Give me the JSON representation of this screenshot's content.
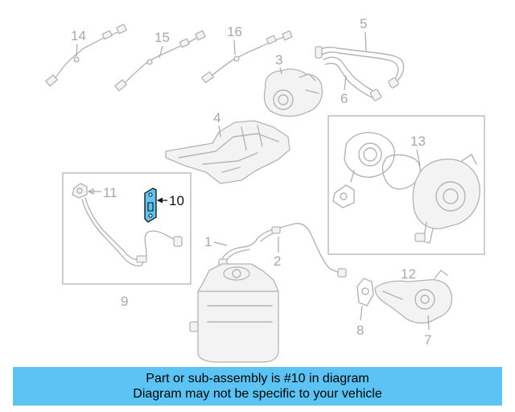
{
  "diagram": {
    "highlighted_part": "10",
    "highlight_color": "#5bc4f4",
    "line_color": "#b4b4b4",
    "labels": {
      "p1": "1",
      "p2": "2",
      "p3": "3",
      "p4": "4",
      "p5": "5",
      "p6": "6",
      "p7": "7",
      "p8": "8",
      "p9": "9",
      "p10": "10",
      "p11": "11",
      "p12": "12",
      "p13": "13",
      "p14": "14",
      "p15": "15",
      "p16": "16"
    }
  },
  "banner": {
    "line1": "Part or sub-assembly is #10 in diagram",
    "line2": "Diagram may not be specific to your vehicle",
    "background": "#5bc4f4"
  }
}
